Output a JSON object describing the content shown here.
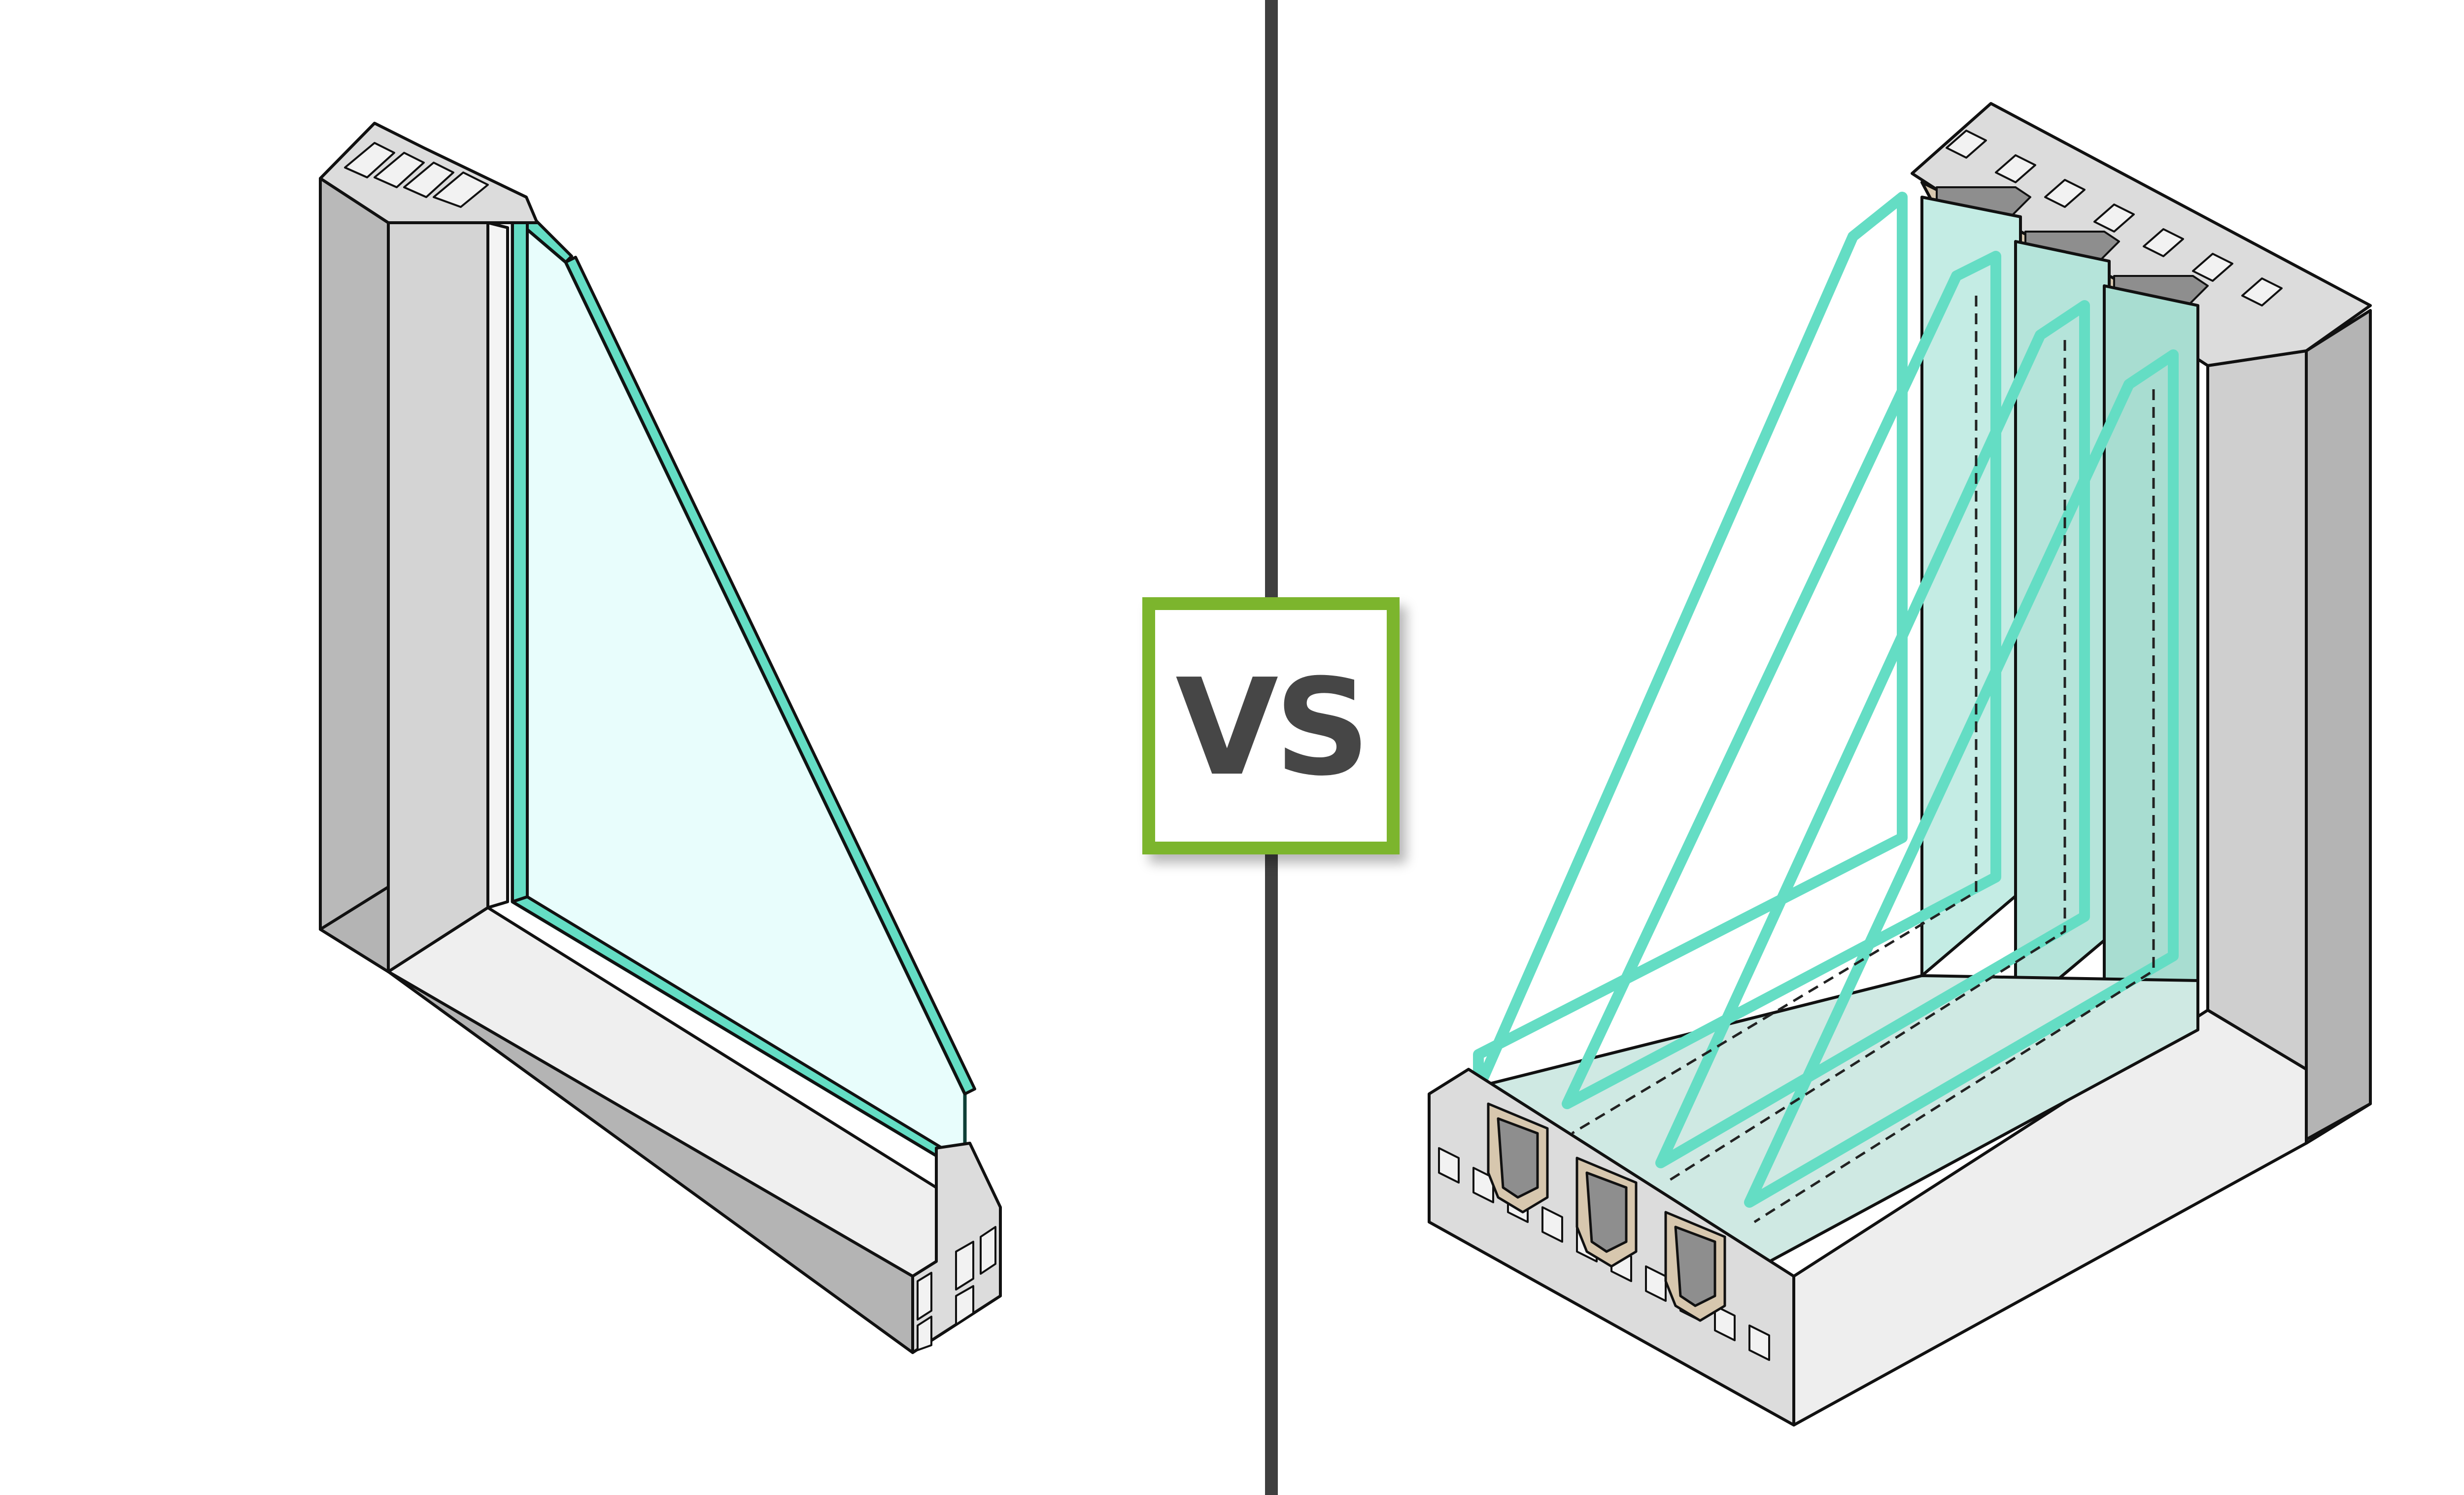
{
  "divider": {
    "label": "VS",
    "accent_color": "#7cb52d",
    "text_color": "#464646",
    "line_color": "#3f3f3f"
  },
  "left_window": {
    "panes": 1,
    "frame_color": "#cfcfcf",
    "glass_color": "#e9fdfc",
    "glass_edge_color": "#64ddc4"
  },
  "right_window": {
    "panes": 3,
    "spacers": 3,
    "frame_color": "#cfcfcf",
    "spacer_color": "#d7c7ae"
  }
}
